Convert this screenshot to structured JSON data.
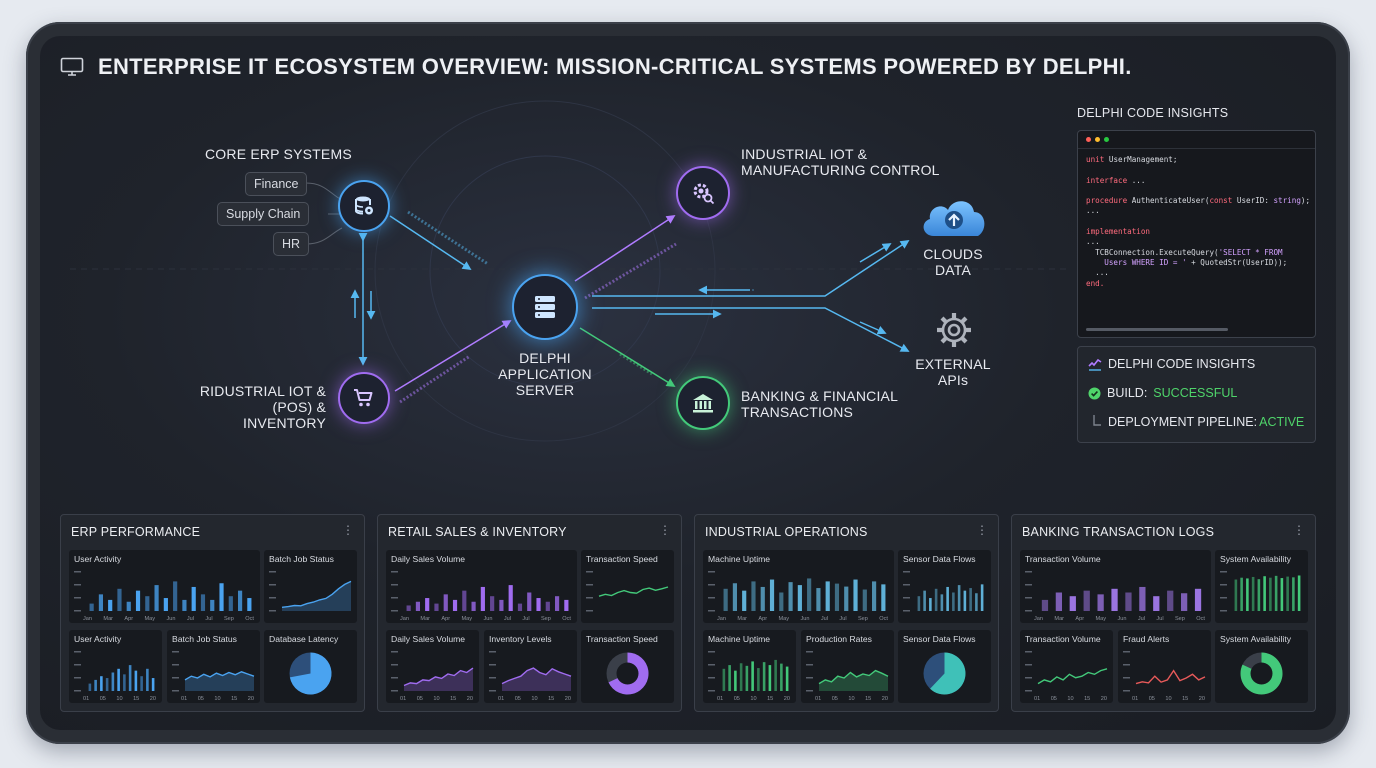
{
  "title": "ENTERPRISE IT ECOSYSTEM OVERVIEW: MISSION-CRITICAL SYSTEMS POWERED BY DELPHI.",
  "diagram": {
    "core_erp": "CORE ERP SYSTEMS",
    "erp_chips": [
      "Finance",
      "Supply Chain",
      "HR"
    ],
    "iot_top": [
      "INDUSTRIAL IOT &",
      "MANUFACTURING CONTROL"
    ],
    "server": [
      "DELPHI",
      "APPLICATION",
      "SERVER"
    ],
    "pos": [
      "RIDUSTRIAL IOT &",
      "(POS) & INVENTORY"
    ],
    "banking": [
      "BANKING & FINANCIAL",
      "TRANSACTIONS"
    ],
    "clouds": [
      "CLOUDS",
      "DATA"
    ],
    "apis": [
      "EXTERNAL",
      "APIs"
    ]
  },
  "code_panel": {
    "title": "DELPHI CODE INSIGHTS",
    "dots": [
      "#ff5f57",
      "#febc2e",
      "#28c840"
    ]
  },
  "build_panel": {
    "title": "DELPHI CODE INSIGHTS",
    "build_label": "BUILD:",
    "build_value": "SUCCESSFUL",
    "deploy_label": "DEPLOYMENT PIPELINE:",
    "deploy_value": "ACTIVE"
  },
  "colors": {
    "success": "#4fd46a",
    "blue": "#4aa3f0",
    "purple": "#a06cf0",
    "green": "#43c97a",
    "cyan": "#5fd0e6"
  },
  "cards": [
    {
      "title": "ERP PERFORMANCE",
      "color": "#4aa3f0",
      "minis": [
        {
          "title": "User Activity",
          "type": "bar",
          "months": true,
          "values": [
            20,
            45,
            30,
            60,
            25,
            55,
            40,
            70,
            35,
            80,
            30,
            65,
            45,
            30,
            75,
            40,
            55,
            35
          ]
        },
        {
          "title": "Batch Job Status",
          "type": "area",
          "values": [
            10,
            12,
            15,
            14,
            20,
            24,
            30,
            34,
            45,
            60,
            72,
            80
          ]
        },
        {
          "title": "User Activity",
          "type": "bar",
          "days": true,
          "values": [
            20,
            30,
            40,
            35,
            50,
            60,
            45,
            70,
            55,
            40,
            60,
            35
          ]
        },
        {
          "title": "Batch Job Status",
          "type": "area",
          "days": true,
          "values": [
            30,
            40,
            35,
            45,
            38,
            48,
            42,
            50,
            44,
            52,
            46,
            40
          ]
        },
        {
          "title": "Database Latency",
          "type": "pie",
          "value": 0.72
        }
      ]
    },
    {
      "title": "RETAIL SALES & INVENTORY",
      "color": "#a06cf0",
      "minis": [
        {
          "title": "Daily Sales Volume",
          "type": "bar",
          "months": true,
          "values": [
            15,
            25,
            35,
            20,
            45,
            30,
            55,
            25,
            65,
            40,
            30,
            70,
            20,
            50,
            35,
            25,
            40,
            30
          ]
        },
        {
          "title": "Transaction Speed",
          "type": "line",
          "color": "#43c97a",
          "values": [
            40,
            45,
            42,
            50,
            55,
            50,
            48,
            58,
            62,
            56,
            60,
            65
          ]
        },
        {
          "title": "Daily Sales Volume",
          "type": "area",
          "days": true,
          "values": [
            15,
            22,
            20,
            30,
            28,
            38,
            34,
            46,
            42,
            55,
            50,
            62
          ]
        },
        {
          "title": "Inventory Levels",
          "type": "area",
          "days": true,
          "values": [
            20,
            28,
            34,
            40,
            55,
            62,
            50,
            44,
            60,
            52,
            46,
            40
          ]
        },
        {
          "title": "Transaction Speed",
          "type": "donut",
          "value": 0.68
        }
      ]
    },
    {
      "title": "INDUSTRIAL OPERATIONS",
      "color": "#5fb0d6",
      "minis": [
        {
          "title": "Machine Uptime",
          "type": "bar",
          "months": true,
          "values": [
            60,
            75,
            55,
            80,
            65,
            85,
            50,
            78,
            70,
            88,
            62,
            80,
            74,
            66,
            85,
            58,
            80,
            72
          ]
        },
        {
          "title": "Sensor Data Flows",
          "type": "bar",
          "values": [
            40,
            55,
            35,
            60,
            45,
            65,
            50,
            70,
            55,
            62,
            48,
            72
          ]
        },
        {
          "title": "Machine Uptime",
          "type": "bar",
          "color": "#43c97a",
          "days": true,
          "values": [
            60,
            70,
            55,
            75,
            68,
            80,
            62,
            78,
            70,
            84,
            74,
            66
          ]
        },
        {
          "title": "Production Rates",
          "type": "area",
          "color": "#43c97a",
          "days": true,
          "values": [
            20,
            30,
            25,
            40,
            35,
            50,
            38,
            46,
            42,
            55,
            48,
            40
          ]
        },
        {
          "title": "Sensor Data Flows",
          "type": "pie",
          "color": "#3fc1b8",
          "value": 0.62
        }
      ]
    },
    {
      "title": "BANKING TRANSACTION LOGS",
      "color": "#9a74e0",
      "minis": [
        {
          "title": "Transaction Volume",
          "type": "bar",
          "months": true,
          "values": [
            30,
            50,
            40,
            55,
            45,
            60,
            50,
            65,
            40,
            55,
            48,
            60
          ]
        },
        {
          "title": "System Availability",
          "type": "bar",
          "color": "#43c97a",
          "values": [
            85,
            90,
            88,
            92,
            86,
            94,
            90,
            95,
            89,
            93,
            91,
            96
          ]
        },
        {
          "title": "Transaction Volume",
          "type": "line",
          "color": "#43c97a",
          "days": true,
          "values": [
            20,
            30,
            25,
            38,
            30,
            45,
            36,
            40,
            50,
            45,
            55,
            60
          ]
        },
        {
          "title": "Fraud Alerts",
          "type": "line",
          "color": "#e85a5a",
          "days": true,
          "values": [
            20,
            25,
            22,
            40,
            24,
            30,
            55,
            28,
            35,
            45,
            30,
            38
          ]
        },
        {
          "title": "System Availability",
          "type": "donut",
          "color": "#43c97a",
          "value": 0.82
        }
      ]
    }
  ]
}
